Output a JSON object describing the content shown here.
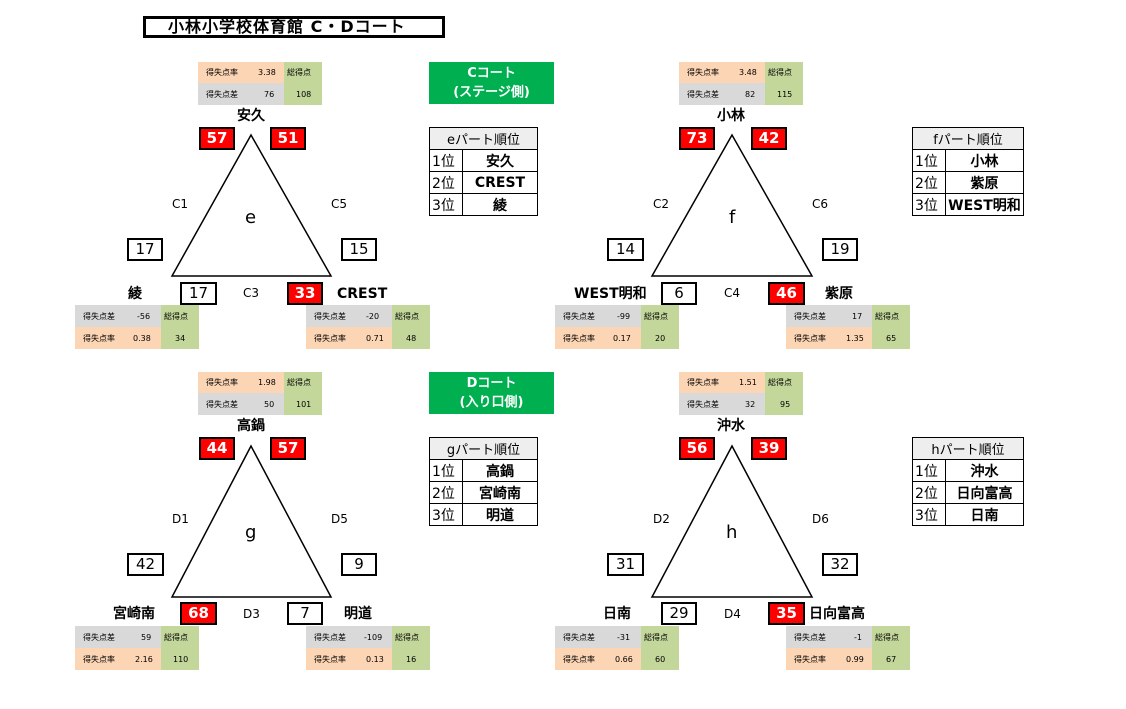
{
  "title": "小林小学校体育館 C・Dコート",
  "courts": {
    "c": {
      "line1": "Cコート",
      "line2": "(ステージ側)"
    },
    "d": {
      "line1": "Dコート",
      "line2": "(入り口側)"
    }
  },
  "stat_labels": {
    "rate": "得失点率",
    "diff": "得失点差",
    "total": "総得点"
  },
  "groups": {
    "e": {
      "letter": "e",
      "top": {
        "name": "安久",
        "rate": "3.38",
        "diff": "76",
        "total": "108"
      },
      "left": {
        "name": "綾",
        "diff": "-56",
        "rate": "0.38",
        "total": "34"
      },
      "right": {
        "name": "CREST",
        "diff": "-20",
        "rate": "0.71",
        "total": "48"
      },
      "matches": {
        "m1": "C1",
        "m2": "C5",
        "m3": "C3"
      },
      "scores": {
        "top_left": "57",
        "top_right": "51",
        "left_side": "17",
        "right_side": "15",
        "bottom_left": "17",
        "bottom_right": "33"
      },
      "ranking": {
        "header": "eパート順位",
        "rows": [
          {
            "pos": "1位",
            "name": "安久"
          },
          {
            "pos": "2位",
            "name": "CREST"
          },
          {
            "pos": "3位",
            "name": "綾"
          }
        ]
      }
    },
    "f": {
      "letter": "f",
      "top": {
        "name": "小林",
        "rate": "3.48",
        "diff": "82",
        "total": "115"
      },
      "left": {
        "name": "WEST明和",
        "diff": "-99",
        "rate": "0.17",
        "total": "20"
      },
      "right": {
        "name": "紫原",
        "diff": "17",
        "rate": "1.35",
        "total": "65"
      },
      "matches": {
        "m1": "C2",
        "m2": "C6",
        "m3": "C4"
      },
      "scores": {
        "top_left": "73",
        "top_right": "42",
        "left_side": "14",
        "right_side": "19",
        "bottom_left": "6",
        "bottom_right": "46"
      },
      "ranking": {
        "header": "fパート順位",
        "rows": [
          {
            "pos": "1位",
            "name": "小林"
          },
          {
            "pos": "2位",
            "name": "紫原"
          },
          {
            "pos": "3位",
            "name": "WEST明和"
          }
        ]
      }
    },
    "g": {
      "letter": "g",
      "top": {
        "name": "高鍋",
        "rate": "1.98",
        "diff": "50",
        "total": "101"
      },
      "left": {
        "name": "宮崎南",
        "diff": "59",
        "rate": "2.16",
        "total": "110"
      },
      "right": {
        "name": "明道",
        "diff": "-109",
        "rate": "0.13",
        "total": "16"
      },
      "matches": {
        "m1": "D1",
        "m2": "D5",
        "m3": "D3"
      },
      "scores": {
        "top_left": "44",
        "top_right": "57",
        "left_side": "42",
        "right_side": "9",
        "bottom_left": "68",
        "bottom_right": "7"
      },
      "ranking": {
        "header": "gパート順位",
        "rows": [
          {
            "pos": "1位",
            "name": "高鍋"
          },
          {
            "pos": "2位",
            "name": "宮崎南"
          },
          {
            "pos": "3位",
            "name": "明道"
          }
        ]
      }
    },
    "h": {
      "letter": "h",
      "top": {
        "name": "沖水",
        "rate": "1.51",
        "diff": "32",
        "total": "95"
      },
      "left": {
        "name": "日南",
        "diff": "-31",
        "rate": "0.66",
        "total": "60"
      },
      "right": {
        "name": "日向富高",
        "diff": "-1",
        "rate": "0.99",
        "total": "67"
      },
      "matches": {
        "m1": "D2",
        "m2": "D6",
        "m3": "D4"
      },
      "scores": {
        "top_left": "56",
        "top_right": "39",
        "left_side": "31",
        "right_side": "32",
        "bottom_left": "29",
        "bottom_right": "35"
      },
      "ranking": {
        "header": "hパート順位",
        "rows": [
          {
            "pos": "1位",
            "name": "沖水"
          },
          {
            "pos": "2位",
            "name": "日向富高"
          },
          {
            "pos": "3位",
            "name": "日南"
          }
        ]
      }
    }
  }
}
